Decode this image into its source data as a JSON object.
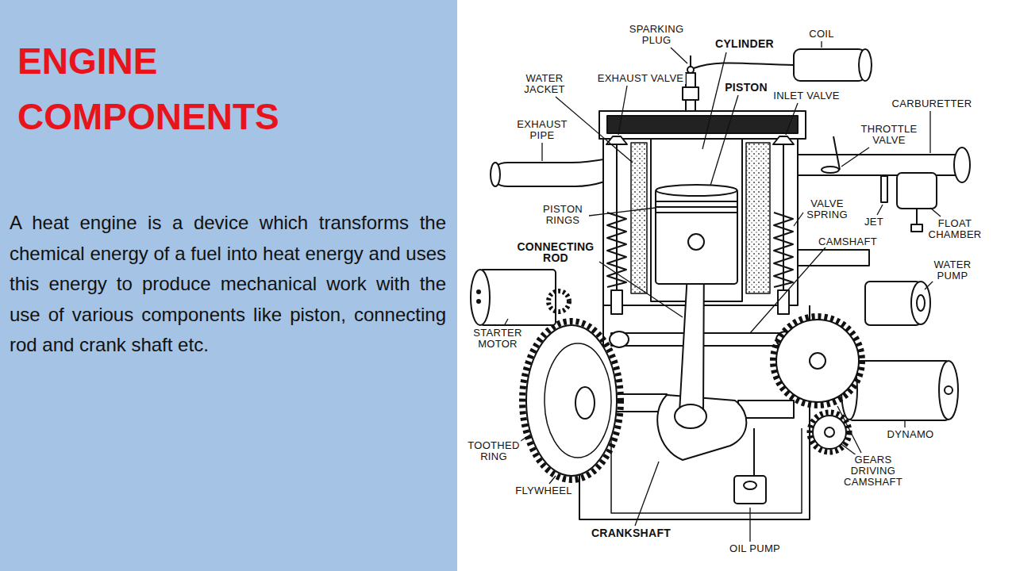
{
  "diagram": {
    "title": "ENGINE COMPONENTS",
    "labels": [
      "A heat engine is a device which transforms the chemical energy of a fuel into heat energy and uses this energy to produce mechanical work with the use of various components like piston, connecting rod and crank shaft etc.",
      "SPARKING PLUG",
      "CYLINDER",
      "COIL",
      "WATER JACKET",
      "EXHAUST VALVE",
      "PISTON",
      "INLET VALVE",
      "CARBURETTER",
      "EXHAUST PIPE",
      "THROTTLE VALVE",
      "PISTON RINGS",
      "VALVE SPRING",
      "JET",
      "FLOAT CHAMBER",
      "CONNECTING ROD",
      "CAMSHAFT",
      "WATER PUMP",
      "STARTER MOTOR",
      "DYNAMO",
      "TOOTHED RING",
      "GEARS DRIVING CAMSHAFT",
      "FLYWHEEL",
      "CRANKSHAFT",
      "OIL PUMP"
    ]
  }
}
